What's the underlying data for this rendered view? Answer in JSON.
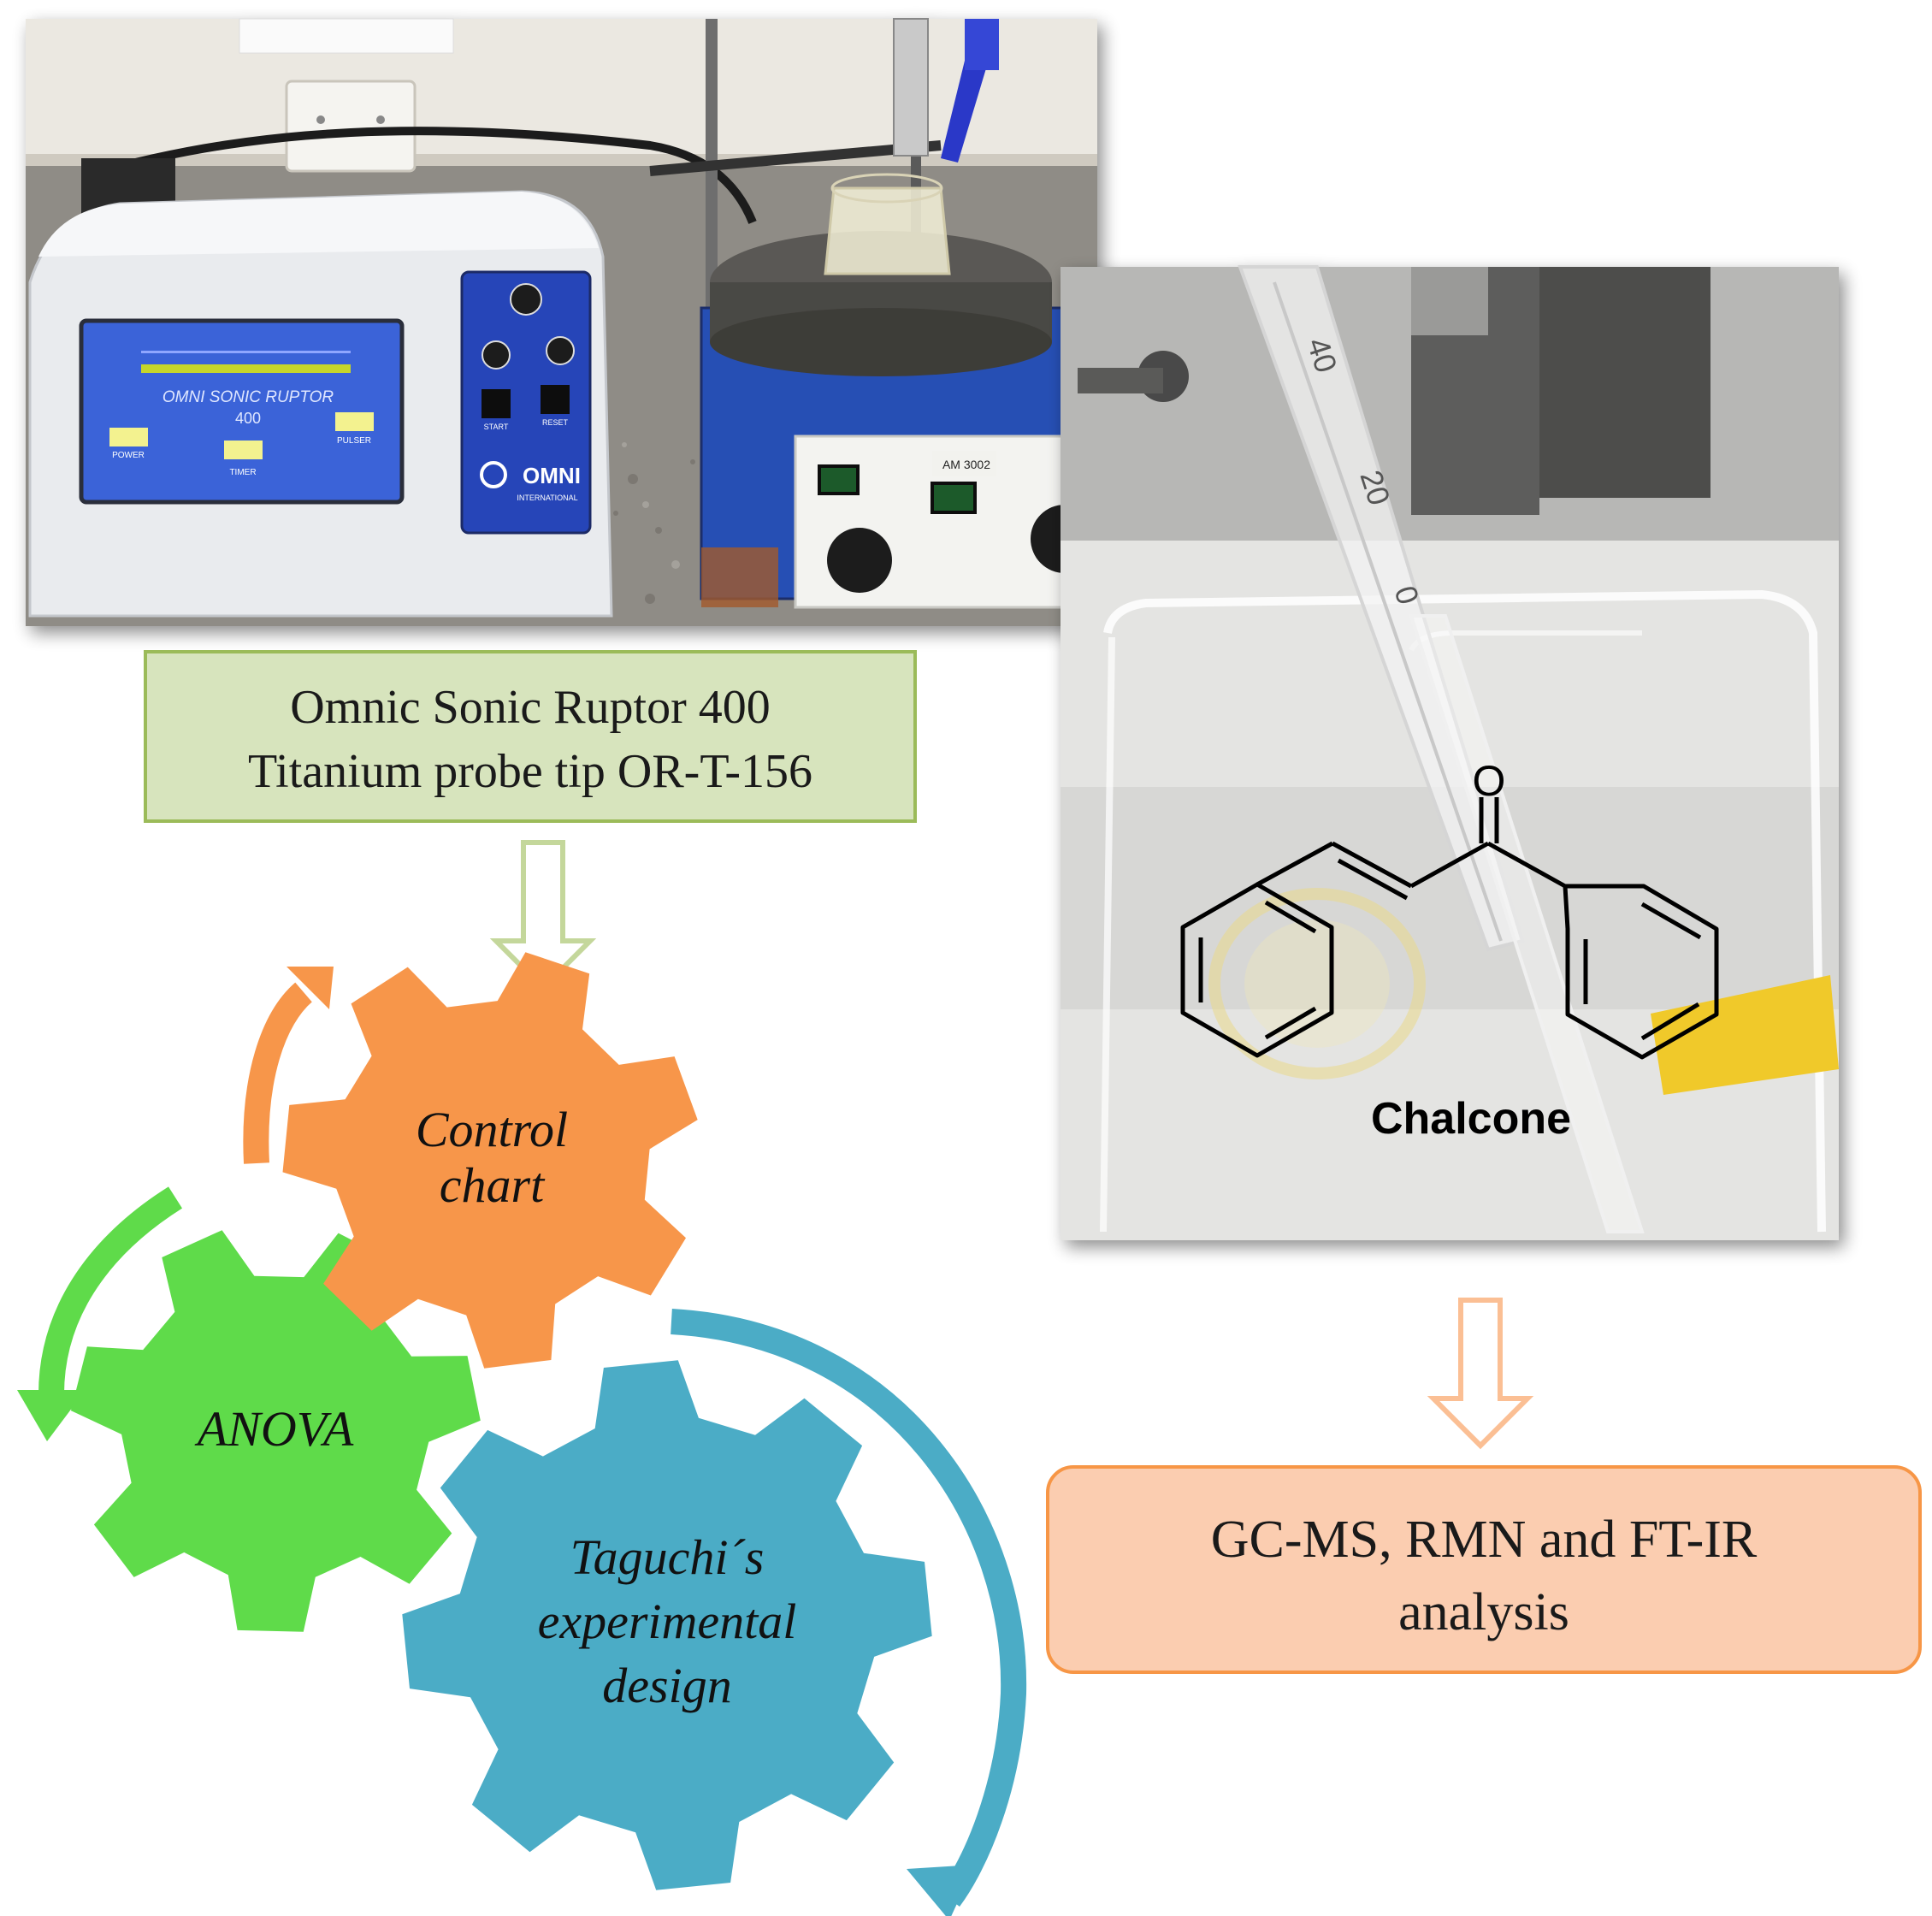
{
  "equipment_box": {
    "line1": "Omnic Sonic Ruptor 400",
    "line2": "Titanium probe tip OR-T-156"
  },
  "analysis_box": {
    "line1": "GC-MS, RMN and FT-IR",
    "line2": "analysis"
  },
  "molecule_label": "Chalcone",
  "carbonyl_atom": "O",
  "gears": {
    "control_chart": {
      "line1": "Control",
      "line2": "chart"
    },
    "anova": {
      "label": "ANOVA"
    },
    "taguchi": {
      "line1": "Taguchi´s",
      "line2": "experimental",
      "line3": "design"
    }
  },
  "device_panel": {
    "brand": "OMNI",
    "model_line": "OMNI SONIC RUPTOR",
    "model_number": "400",
    "brand_sub": "INTERNATIONAL",
    "buttons": [
      "POWER",
      "TIMER",
      "PULSER",
      "START",
      "RESET"
    ]
  },
  "stirrer_model": "AM 3002",
  "thermometer_marks": [
    "40",
    "20",
    "0"
  ],
  "colors": {
    "green_gear": "#5fdb4a",
    "orange_gear": "#f7964a",
    "blue_gear": "#4bacc6",
    "equipment_box_fill": "#d7e4bd",
    "equipment_box_stroke": "#9bbb59",
    "analysis_box_fill": "#fbcdb0",
    "analysis_box_stroke": "#f79646",
    "arrow_green": "#c4d79b",
    "arrow_orange": "#fbbf94"
  }
}
